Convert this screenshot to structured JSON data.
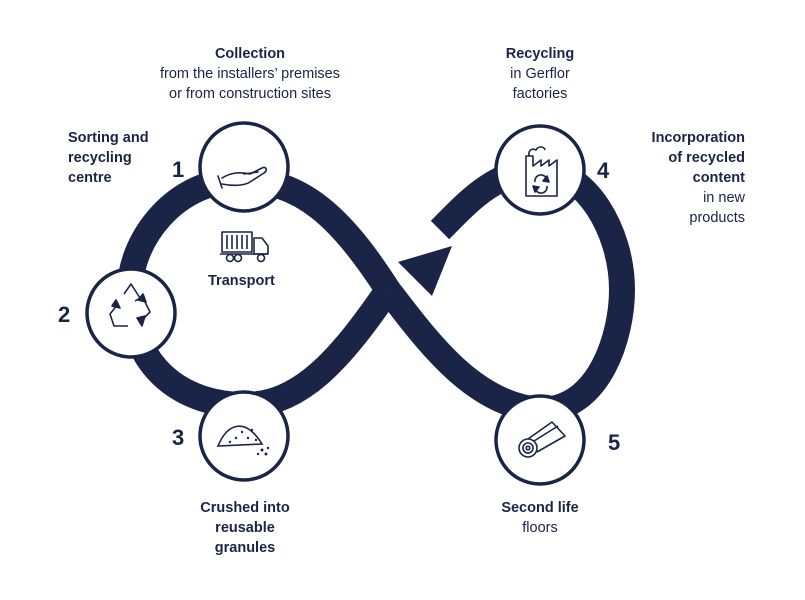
{
  "colors": {
    "navy": "#1a2447",
    "background": "#ffffff"
  },
  "steps": [
    {
      "number": "1",
      "title": "Collection",
      "lines": [
        "from the installers’ premises",
        "or from construction sites"
      ],
      "icon": "hand-icon"
    },
    {
      "number": "2",
      "title_lines": [
        "Sorting and",
        "recycling",
        "centre"
      ],
      "icon": "recycle-icon"
    },
    {
      "number": "3",
      "title_lines": [
        "Crushed into",
        "reusable",
        "granules"
      ],
      "icon": "granules-icon"
    },
    {
      "number": "4",
      "title": "Recycling",
      "lines": [
        "in Gerflor",
        "factories"
      ],
      "icon": "factory-icon"
    },
    {
      "number": "5",
      "title": "Second life",
      "lines": [
        "floors"
      ],
      "icon": "floor-roll-icon"
    }
  ],
  "incorporation": {
    "bold_lines": [
      "Incorporation",
      "of recycled",
      "content"
    ],
    "lines": [
      "in new",
      "products"
    ]
  },
  "transport": {
    "label": "Transport",
    "icon": "truck-icon"
  }
}
